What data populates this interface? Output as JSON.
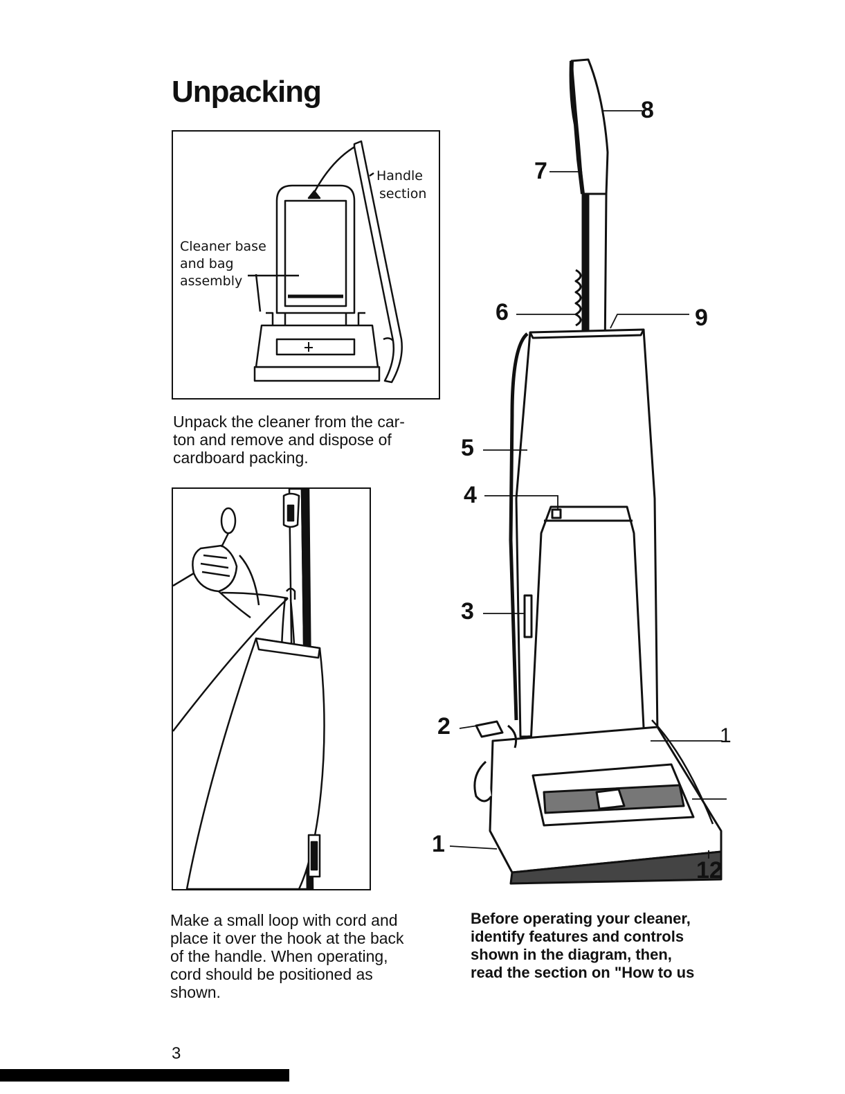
{
  "page": {
    "title": "Unpacking",
    "page_number": "3"
  },
  "figure1": {
    "label_handle": "Handle",
    "label_section": "section",
    "label_base_line1": "Cleaner base",
    "label_base_line2": "and bag",
    "label_base_line3": "assembly"
  },
  "paragraphs": {
    "unpack": "Unpack the cleaner from the car-\nton and remove and dispose of\ncardboard packing.",
    "loop": "Make a small loop with cord and\nplace it over the hook at the back\nof the handle. When operating,\ncord should be positioned as\nshown.",
    "before": "Before operating your cleaner,\nidentify features and controls\nshown in the diagram, then,\nread the section on \"How to us"
  },
  "diagram_labels": {
    "n1": "1",
    "n2": "2",
    "n3": "3",
    "n4": "4",
    "n5": "5",
    "n6": "6",
    "n7": "7",
    "n8": "8",
    "n9": "9",
    "n11": "1",
    "n12": "12"
  }
}
